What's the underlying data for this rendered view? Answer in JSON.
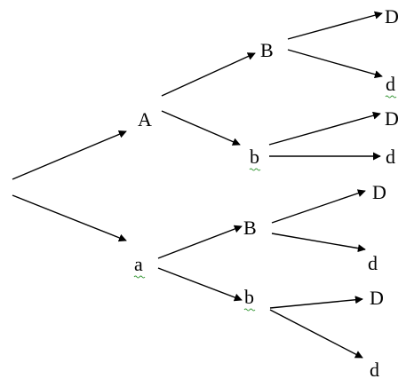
{
  "diagram": {
    "type": "probability-tree",
    "level1": [
      {
        "label": "A",
        "children": [
          {
            "label": "B",
            "children": [
              {
                "label": "D"
              },
              {
                "label": "d"
              }
            ]
          },
          {
            "label": "b",
            "children": [
              {
                "label": "D"
              },
              {
                "label": "d"
              }
            ]
          }
        ]
      },
      {
        "label": "a",
        "children": [
          {
            "label": "B",
            "children": [
              {
                "label": "D"
              },
              {
                "label": "d"
              }
            ]
          },
          {
            "label": "b",
            "children": [
              {
                "label": "D"
              },
              {
                "label": "d"
              }
            ]
          }
        ]
      }
    ]
  },
  "colors": {
    "line": "#000000",
    "text": "#000000",
    "spellcheck_underline": "#3a9a3a"
  }
}
